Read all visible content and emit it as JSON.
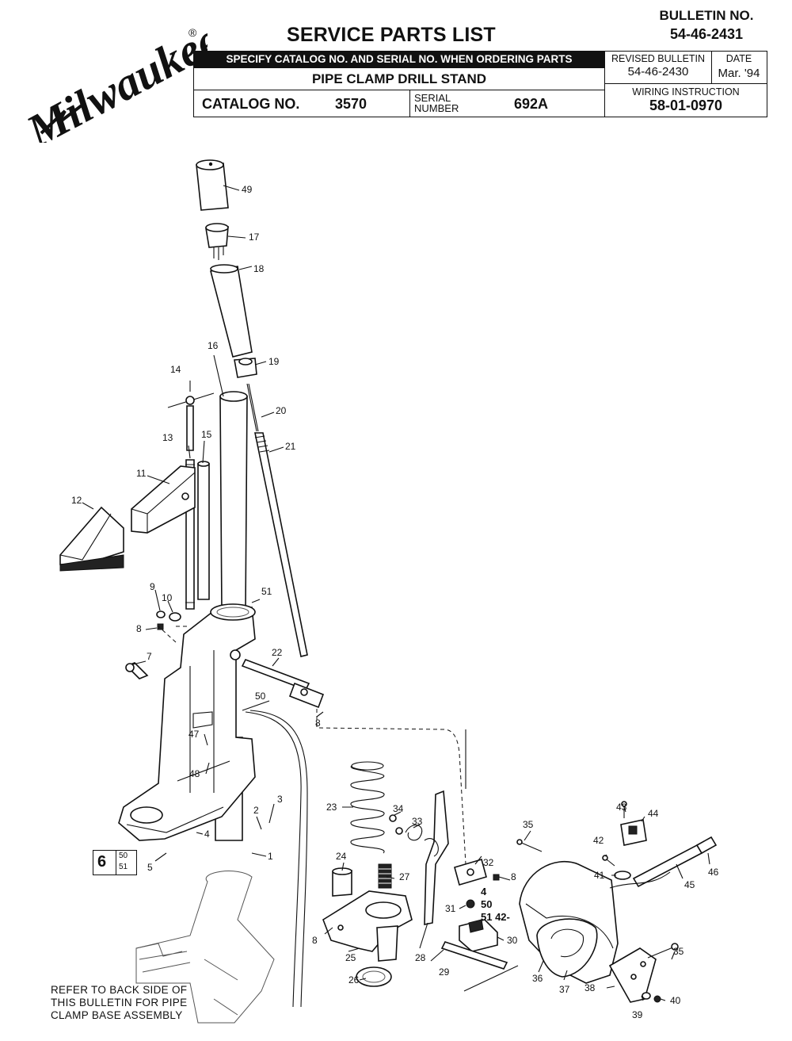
{
  "brand": {
    "logo_text": "Milwaukee",
    "registered_mark": "®"
  },
  "header": {
    "title": "SERVICE PARTS LIST",
    "bulletin_label": "BULLETIN NO.",
    "bulletin_number": "54-46-2431",
    "specify_notice": "SPECIFY CATALOG NO. AND SERIAL NO. WHEN ORDERING PARTS",
    "product_name": "PIPE CLAMP DRILL STAND",
    "catalog_label": "CATALOG NO.",
    "catalog_number": "3570",
    "serial_label": "SERIAL NUMBER",
    "serial_number": "692A",
    "revised_label": "REVISED BULLETIN",
    "revised_number": "54-46-2430",
    "date_label": "DATE",
    "date_value": "Mar. '94",
    "wiring_label": "WIRING INSTRUCTION",
    "wiring_number": "58-01-0970"
  },
  "callouts": [
    "49",
    "17",
    "18",
    "16",
    "19",
    "14",
    "20",
    "13",
    "15",
    "21",
    "11",
    "12",
    "51",
    "9",
    "10",
    "8",
    "7",
    "22",
    "50",
    "8",
    "47",
    "48",
    "23",
    "34",
    "33",
    "2",
    "3",
    "4",
    "1",
    "5",
    "43",
    "44",
    "35",
    "42",
    "32",
    "24",
    "8",
    "41",
    "27",
    "45",
    "46",
    "31",
    "8",
    "30",
    "28",
    "25",
    "26",
    "29",
    "35",
    "36",
    "37",
    "38",
    "40",
    "39"
  ],
  "ref_box": {
    "big": "6",
    "small_top": "50",
    "small_bottom": "51"
  },
  "partial_text": [
    "4",
    "50",
    "51  42-"
  ],
  "note": [
    "REFER TO BACK SIDE OF",
    "THIS BULLETIN FOR PIPE",
    "CLAMP BASE ASSEMBLY"
  ],
  "colors": {
    "ink": "#111111",
    "paper": "#ffffff"
  }
}
